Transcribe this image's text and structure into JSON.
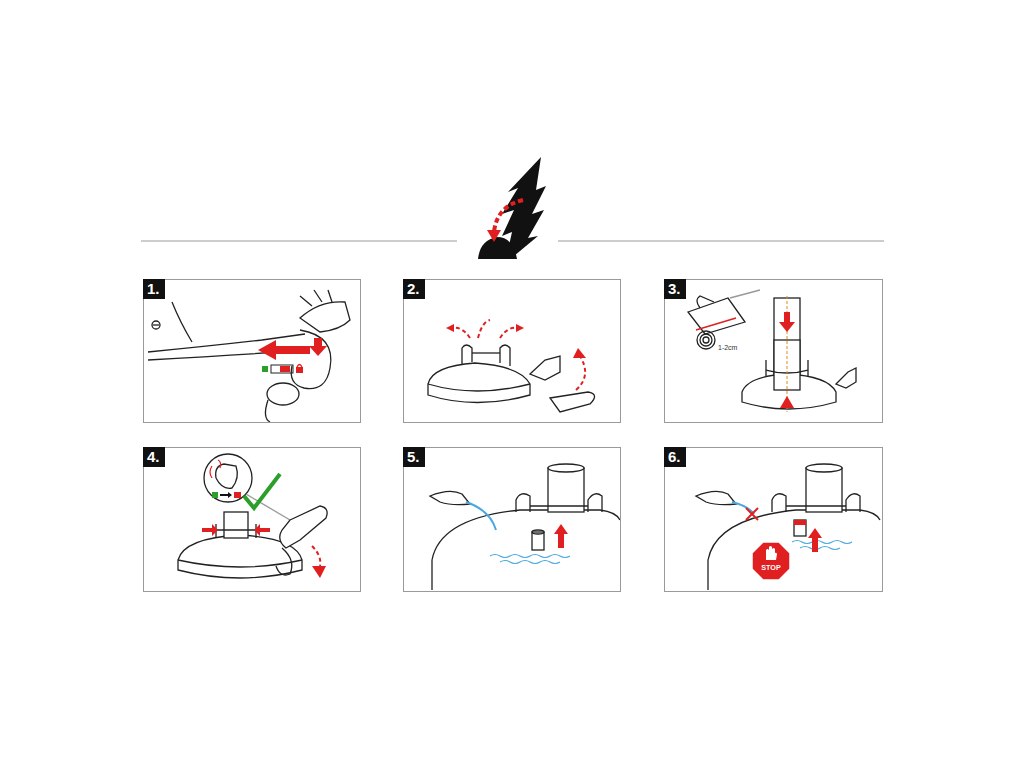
{
  "diagram": {
    "nodes": [
      {
        "text": [
          "1."
        ]
      },
      {
        "text": [
          "2."
        ]
      },
      {
        "text": [
          "3."
        ]
      },
      {
        "text": [
          "4."
        ]
      },
      {
        "text": [
          "5."
        ]
      },
      {
        "text": [
          "6."
        ]
      },
      {
        "text": [
          "STOP"
        ],
        "in": 5
      }
    ],
    "labels": [
      "1-2cm"
    ]
  }
}
